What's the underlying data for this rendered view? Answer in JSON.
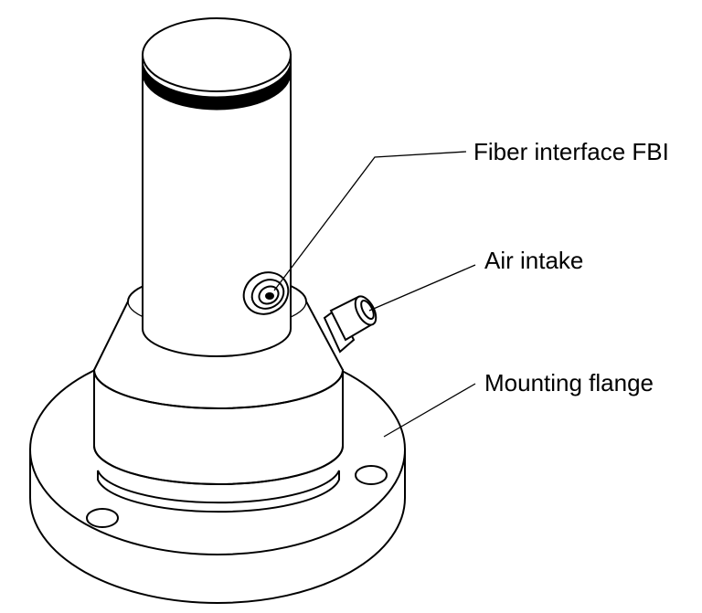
{
  "labels": {
    "fiber_interface": "Fiber interface FBI",
    "air_intake": "Air intake",
    "mounting_flange": "Mounting flange"
  },
  "colors": {
    "line": "#000000",
    "background": "#ffffff"
  }
}
